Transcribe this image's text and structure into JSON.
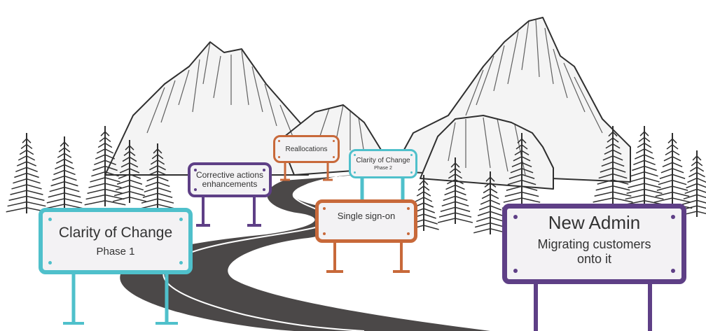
{
  "colors": {
    "teal": "#4fc0cb",
    "orange": "#c8693a",
    "purple": "#5e3f86",
    "road": "#4b4848",
    "ink": "#2f2f2f"
  },
  "signs": [
    {
      "id": "clarity-phase-1",
      "color": "#4fc0cb",
      "title": "Clarity of Change",
      "subtitle": "Phase 1"
    },
    {
      "id": "corrective-actions",
      "color": "#5e3f86",
      "title": "Corrective actions",
      "subtitle": "enhancements"
    },
    {
      "id": "reallocations",
      "color": "#c8693a",
      "title": "Reallocations",
      "subtitle": ""
    },
    {
      "id": "clarity-phase-2",
      "color": "#4fc0cb",
      "title": "Clarity of Change",
      "subtitle": "Phase 2"
    },
    {
      "id": "single-sign-on",
      "color": "#c8693a",
      "title": "Single sign-on",
      "subtitle": ""
    },
    {
      "id": "new-admin",
      "color": "#5e3f86",
      "title": "New Admin",
      "subtitle": "Migrating customers onto it"
    }
  ]
}
